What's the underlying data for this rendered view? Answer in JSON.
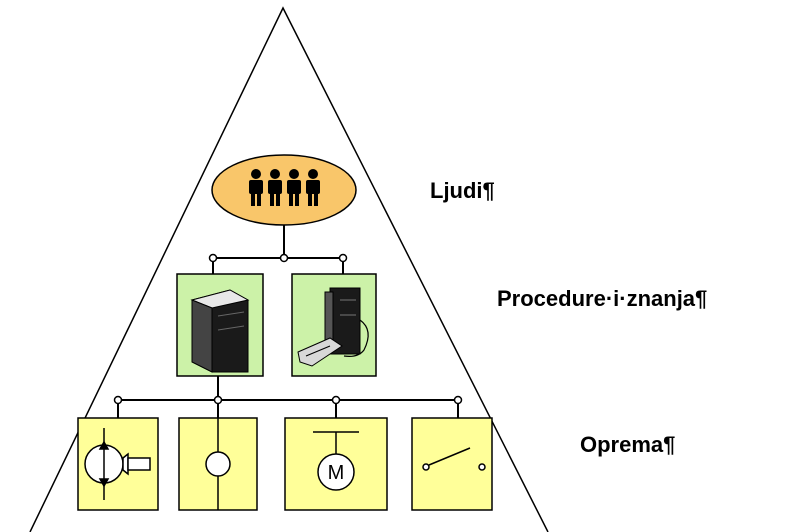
{
  "levels": {
    "people": {
      "label": "Ljudi¶",
      "icon": "people-group-icon"
    },
    "procedures": {
      "label": "Procedure·i·znanja¶",
      "icons": [
        "computer-tower-icon",
        "workstation-icon"
      ]
    },
    "equipment": {
      "label": "Oprema¶",
      "icons": [
        "pump-icon",
        "valve-icon",
        "motor-icon",
        "switch-icon"
      ],
      "motor_letter": "M"
    }
  },
  "colors": {
    "people_fill": "#F9C66A",
    "procedure_fill": "#CCF2A8",
    "equipment_fill": "#FFFF99",
    "line": "#000000"
  }
}
